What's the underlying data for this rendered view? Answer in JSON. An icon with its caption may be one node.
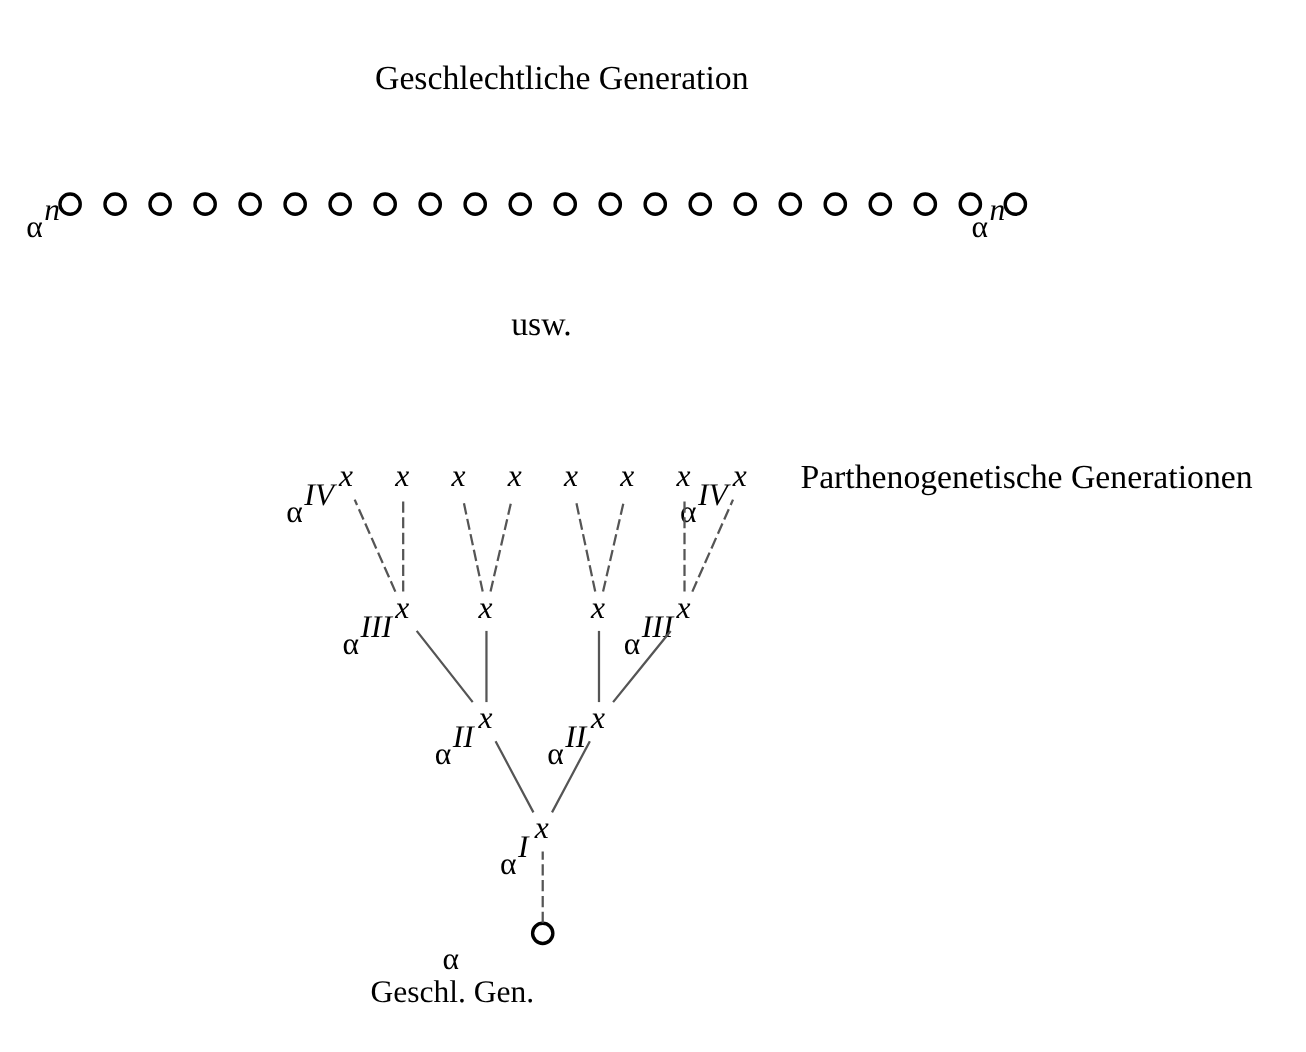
{
  "diagram": {
    "nodes": [
      {
        "text": [],
        "shape": "circle",
        "beside": [
          "α$^{n}$"
        ]
      },
      {
        "text": [],
        "shape": "circle"
      },
      {
        "text": [],
        "shape": "circle"
      },
      {
        "text": [],
        "shape": "circle"
      },
      {
        "text": [],
        "shape": "circle"
      },
      {
        "text": [],
        "shape": "circle"
      },
      {
        "text": [],
        "shape": "circle"
      },
      {
        "text": [],
        "shape": "circle"
      },
      {
        "text": [],
        "shape": "circle"
      },
      {
        "text": [],
        "shape": "circle"
      },
      {
        "text": [],
        "shape": "circle"
      },
      {
        "text": [],
        "shape": "circle"
      },
      {
        "text": [],
        "shape": "circle"
      },
      {
        "text": [],
        "shape": "circle"
      },
      {
        "text": [],
        "shape": "circle"
      },
      {
        "text": [],
        "shape": "circle"
      },
      {
        "text": [],
        "shape": "circle"
      },
      {
        "text": [],
        "shape": "circle"
      },
      {
        "text": [],
        "shape": "circle"
      },
      {
        "text": [],
        "shape": "circle"
      },
      {
        "text": [],
        "shape": "circle"
      },
      {
        "text": [],
        "shape": "circle",
        "beside": [
          "α$^{n}$"
        ]
      },
      {
        "text": [
          "x"
        ],
        "beside": [
          "α$^{IV}$"
        ]
      },
      {
        "text": [
          "x"
        ]
      },
      {
        "text": [
          "x"
        ]
      },
      {
        "text": [
          "x"
        ]
      },
      {
        "text": [
          "x"
        ]
      },
      {
        "text": [
          "x"
        ]
      },
      {
        "text": [
          "x"
        ]
      },
      {
        "text": [
          "x"
        ],
        "beside": [
          "α$^{IV}$"
        ]
      },
      {
        "text": [
          "x"
        ],
        "beside": [
          "α$^{III}$"
        ]
      },
      {
        "text": [
          "x"
        ]
      },
      {
        "text": [
          "x"
        ]
      },
      {
        "text": [
          "x"
        ],
        "beside": [
          "α$^{III}$"
        ]
      },
      {
        "text": [
          "x"
        ],
        "beside": [
          "α$^{II}$"
        ]
      },
      {
        "text": [
          "x"
        ],
        "beside": [
          "α$^{II}$"
        ]
      },
      {
        "text": [
          "x"
        ],
        "beside": [
          "α$^{I}$"
        ]
      },
      {
        "text": [],
        "shape": "circle",
        "beside": [
          "α",
          "Geschl. Gen."
        ]
      }
    ],
    "edges": [
      {
        "from": 37,
        "to": 36,
        "arrow": "none",
        "style": "dashed"
      },
      {
        "from": 36,
        "to": 34,
        "arrow": "none"
      },
      {
        "from": 36,
        "to": 35,
        "arrow": "none"
      },
      {
        "from": 34,
        "to": 30,
        "arrow": "none"
      },
      {
        "from": 34,
        "to": 31,
        "arrow": "none"
      },
      {
        "from": 35,
        "to": 32,
        "arrow": "none"
      },
      {
        "from": 35,
        "to": 33,
        "arrow": "none"
      },
      {
        "from": 30,
        "to": 22,
        "arrow": "none",
        "style": "dashed"
      },
      {
        "from": 30,
        "to": 23,
        "arrow": "none",
        "style": "dashed"
      },
      {
        "from": 31,
        "to": 24,
        "arrow": "none",
        "style": "dashed"
      },
      {
        "from": 31,
        "to": 25,
        "arrow": "none",
        "style": "dashed"
      },
      {
        "from": 32,
        "to": 26,
        "arrow": "none",
        "style": "dashed"
      },
      {
        "from": 32,
        "to": 27,
        "arrow": "none",
        "style": "dashed"
      },
      {
        "from": 33,
        "to": 28,
        "arrow": "none",
        "style": "dashed"
      },
      {
        "from": 33,
        "to": 29,
        "arrow": "none",
        "style": "dashed"
      }
    ],
    "labels": [
      "Geschlechtliche Generation",
      "Parthenogenetische Generationen",
      "usw."
    ]
  }
}
